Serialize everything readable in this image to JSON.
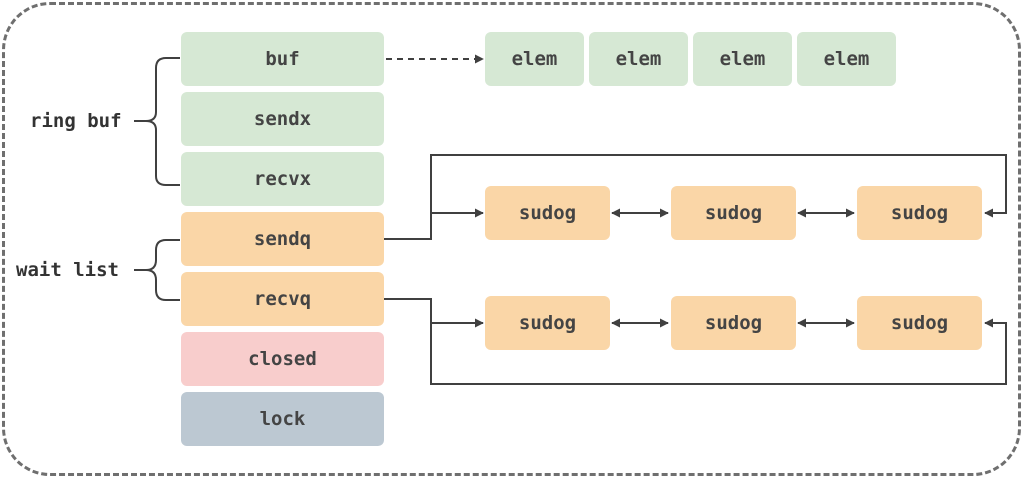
{
  "fields": {
    "buf": "buf",
    "sendx": "sendx",
    "recvx": "recvx",
    "sendq": "sendq",
    "recvq": "recvq",
    "closed": "closed",
    "lock": "lock"
  },
  "groups": {
    "ring_buf": "ring buf",
    "wait_list": "wait list"
  },
  "elems": [
    "elem",
    "elem",
    "elem",
    "elem"
  ],
  "send_queue": [
    "sudog",
    "sudog",
    "sudog"
  ],
  "recv_queue": [
    "sudog",
    "sudog",
    "sudog"
  ],
  "colors": {
    "buffer_fields": "#d6e8d4",
    "wait_fields": "#fad6a7",
    "closed": "#f8cdcc",
    "lock": "#bcc8d2",
    "lines": "#404040",
    "frame": "#6f6f6f"
  }
}
